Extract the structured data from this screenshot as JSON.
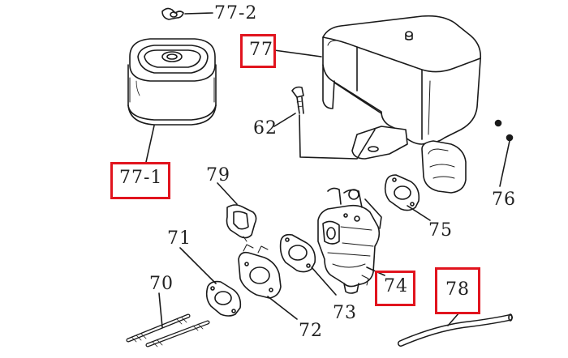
{
  "diagram": {
    "labels": {
      "p77_2": "77-2",
      "p77": "77",
      "p77_1": "77-1",
      "p62": "62",
      "p79": "79",
      "p76": "76",
      "p75": "75",
      "p71": "71",
      "p70": "70",
      "p74": "74",
      "p73": "73",
      "p72": "72",
      "p78": "78"
    },
    "highlight_color": "#e1141e",
    "line_color": "#1a1a1a"
  }
}
